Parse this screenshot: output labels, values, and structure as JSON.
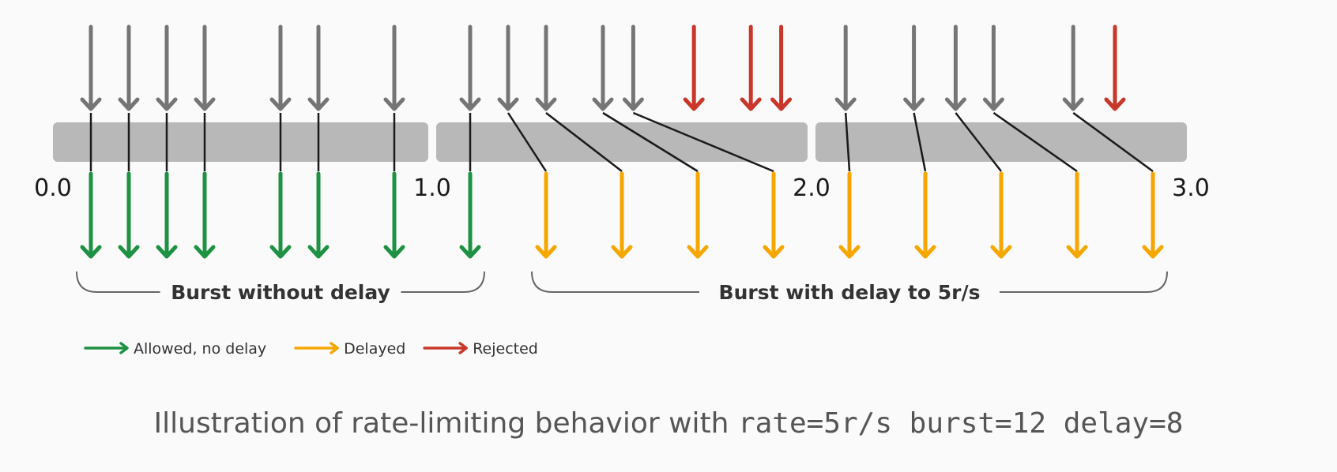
{
  "colors": {
    "incoming": "#757575",
    "allowed": "#1e9143",
    "delayed": "#f5a700",
    "rejected": "#c8372a",
    "bar": "#b8b8b8",
    "connector": "#1a1a1a",
    "brace": "#666666"
  },
  "axis": {
    "range": [
      0,
      3
    ],
    "ticks": [
      "0.0",
      "1.0",
      "2.0",
      "3.0"
    ]
  },
  "requests": {
    "arrival_times": [
      0.1,
      0.2,
      0.3,
      0.4,
      0.6,
      0.7,
      0.9,
      1.1,
      1.2,
      1.3,
      1.45,
      1.53,
      1.69,
      1.84,
      1.92,
      2.09,
      2.27,
      2.38,
      2.48,
      2.69,
      2.8
    ],
    "statuses": [
      "allowed",
      "allowed",
      "allowed",
      "allowed",
      "allowed",
      "allowed",
      "allowed",
      "allowed",
      "delayed",
      "delayed",
      "delayed",
      "delayed",
      "rejected",
      "rejected",
      "rejected",
      "delayed",
      "delayed",
      "delayed",
      "delayed",
      "delayed",
      "rejected"
    ],
    "served_times": [
      0.1,
      0.2,
      0.3,
      0.4,
      0.6,
      0.7,
      0.9,
      1.1,
      1.3,
      1.5,
      1.7,
      1.9,
      null,
      null,
      null,
      2.1,
      2.3,
      2.5,
      2.7,
      2.9,
      null
    ]
  },
  "braces": [
    {
      "label": "Burst without delay",
      "from": 0.1,
      "to": 1.1
    },
    {
      "label": "Burst with delay to 5r/s",
      "from": 1.3,
      "to": 2.9
    }
  ],
  "legend": [
    {
      "key": "allowed",
      "label": "Allowed, no delay"
    },
    {
      "key": "delayed",
      "label": "Delayed"
    },
    {
      "key": "rejected",
      "label": "Rejected"
    }
  ],
  "caption": {
    "prefix": "Illustration of rate-limiting behavior with ",
    "code": "rate=5r/s burst=12 delay=8"
  }
}
